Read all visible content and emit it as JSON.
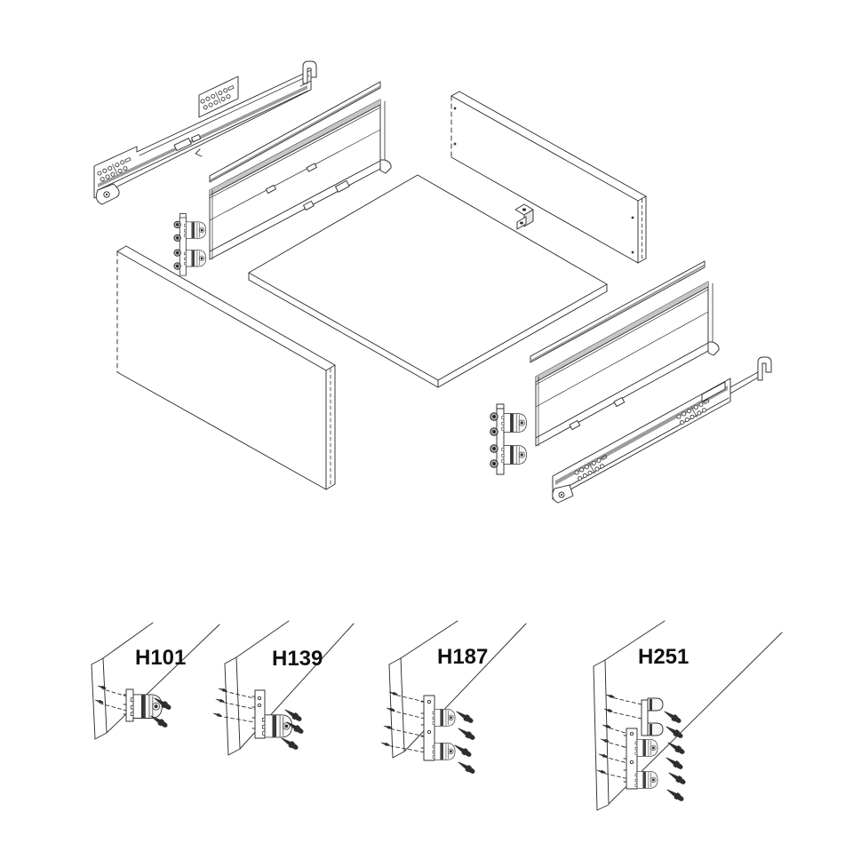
{
  "colors": {
    "background": "#ffffff",
    "line": "#2f2f2f",
    "shade_gray": "#9c9c9c",
    "panel_band_gray": "#c6c6c6",
    "hardware_dark": "#3a3a3a",
    "label_text": "#111111"
  },
  "variants": [
    {
      "label": "H101"
    },
    {
      "label": "H139"
    },
    {
      "label": "H187"
    },
    {
      "label": "H251"
    }
  ]
}
